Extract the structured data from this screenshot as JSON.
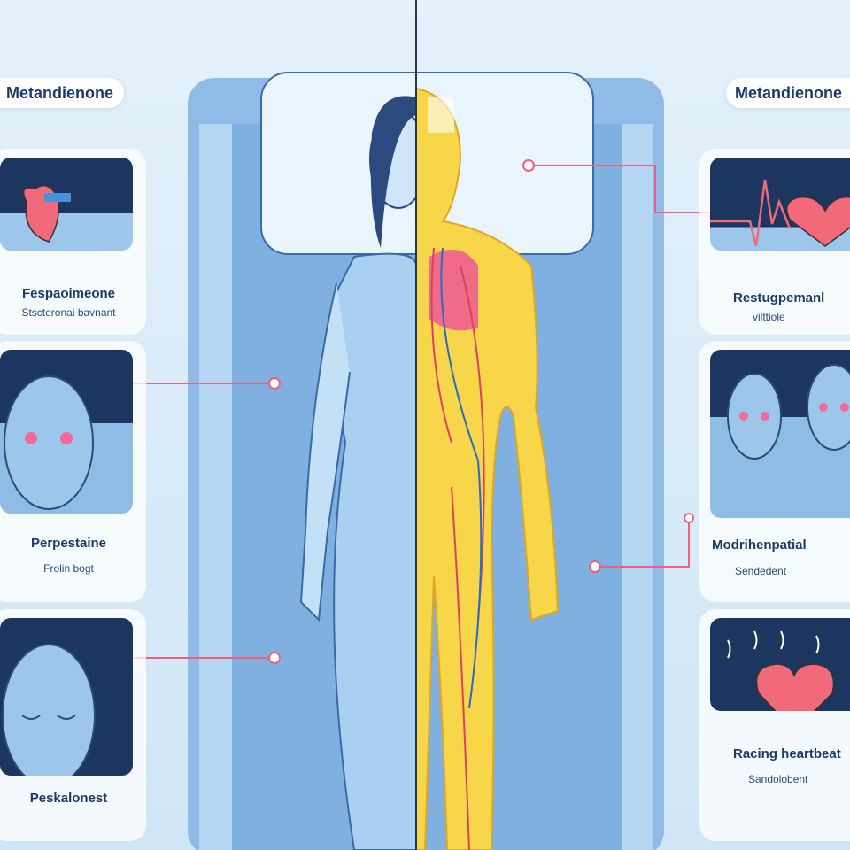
{
  "headers": {
    "left": "Metandienone",
    "right": "Metandienone"
  },
  "left_cards": [
    {
      "title": "Fespaoimeone",
      "subtitle": "Stscteronai bavnant",
      "icon": "heart-organ-icon"
    },
    {
      "title": "Perpestaine",
      "subtitle": "Frolin bogt",
      "icon": "face-glowing-eyes-icon"
    },
    {
      "title": "Peskalonest",
      "subtitle": "",
      "icon": "face-sleeping-icon"
    }
  ],
  "right_cards": [
    {
      "title": "Restugpemanl",
      "subtitle": "vilttiole",
      "icon": "heartbeat-icon"
    },
    {
      "title": "Modrihenpatial",
      "subtitle": "Sendedent",
      "icon": "faces-glowing-eyes-icon"
    },
    {
      "title": "Racing heartbeat",
      "subtitle": "Sandolobent",
      "icon": "racing-heart-icon"
    }
  ],
  "colors": {
    "accent": "#f0607a",
    "navy": "#1c3660",
    "body_blue": "#a9d0f0",
    "anatomy_yellow": "#f8d64a"
  }
}
